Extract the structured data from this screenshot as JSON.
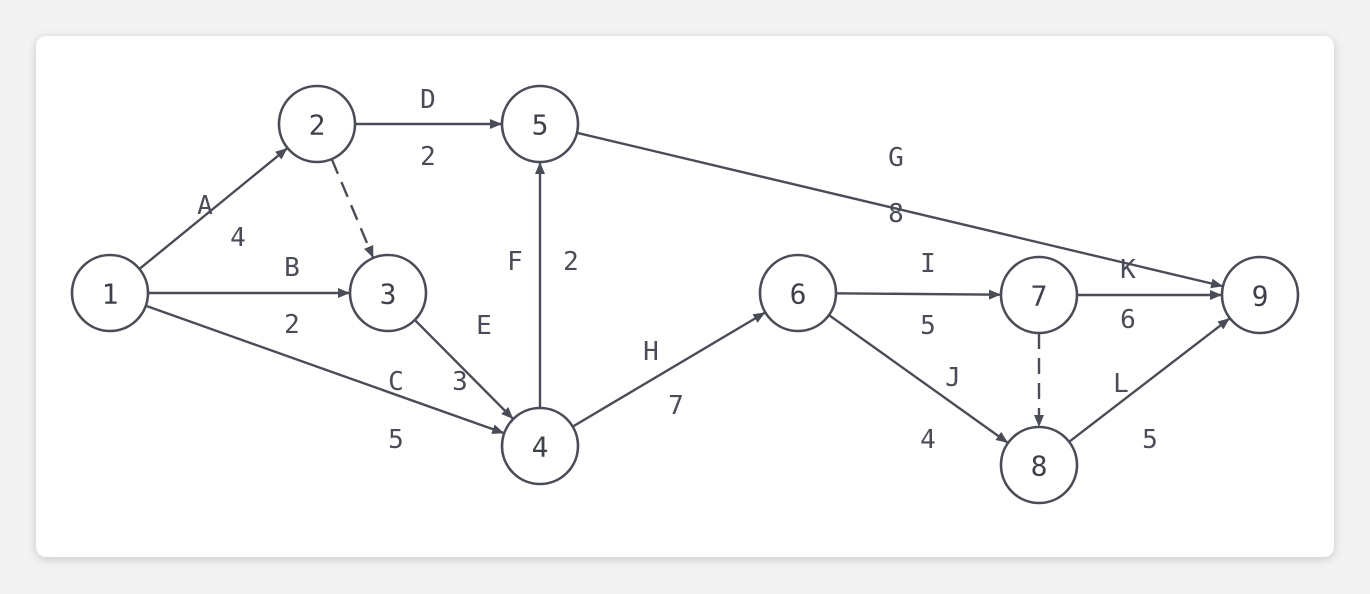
{
  "diagram": {
    "nodes": [
      {
        "id": "1",
        "label": "1"
      },
      {
        "id": "2",
        "label": "2"
      },
      {
        "id": "3",
        "label": "3"
      },
      {
        "id": "4",
        "label": "4"
      },
      {
        "id": "5",
        "label": "5"
      },
      {
        "id": "6",
        "label": "6"
      },
      {
        "id": "7",
        "label": "7"
      },
      {
        "id": "8",
        "label": "8"
      },
      {
        "id": "9",
        "label": "9"
      }
    ],
    "edges": [
      {
        "from": "1",
        "to": "2",
        "activity": "A",
        "duration": "4",
        "dashed": false
      },
      {
        "from": "1",
        "to": "3",
        "activity": "B",
        "duration": "2",
        "dashed": false
      },
      {
        "from": "1",
        "to": "4",
        "activity": "C",
        "duration": "5",
        "dashed": false
      },
      {
        "from": "2",
        "to": "5",
        "activity": "D",
        "duration": "2",
        "dashed": false
      },
      {
        "from": "2",
        "to": "3",
        "activity": "",
        "duration": "",
        "dashed": true
      },
      {
        "from": "3",
        "to": "4",
        "activity": "E",
        "duration": "3",
        "dashed": false
      },
      {
        "from": "4",
        "to": "5",
        "activity": "F",
        "duration": "2",
        "dashed": false
      },
      {
        "from": "5",
        "to": "9",
        "activity": "G",
        "duration": "8",
        "dashed": false
      },
      {
        "from": "4",
        "to": "6",
        "activity": "H",
        "duration": "7",
        "dashed": false
      },
      {
        "from": "6",
        "to": "7",
        "activity": "I",
        "duration": "5",
        "dashed": false
      },
      {
        "from": "6",
        "to": "8",
        "activity": "J",
        "duration": "4",
        "dashed": false
      },
      {
        "from": "7",
        "to": "9",
        "activity": "K",
        "duration": "6",
        "dashed": false
      },
      {
        "from": "7",
        "to": "8",
        "activity": "",
        "duration": "",
        "dashed": true
      },
      {
        "from": "8",
        "to": "9",
        "activity": "L",
        "duration": "5",
        "dashed": false
      }
    ]
  }
}
